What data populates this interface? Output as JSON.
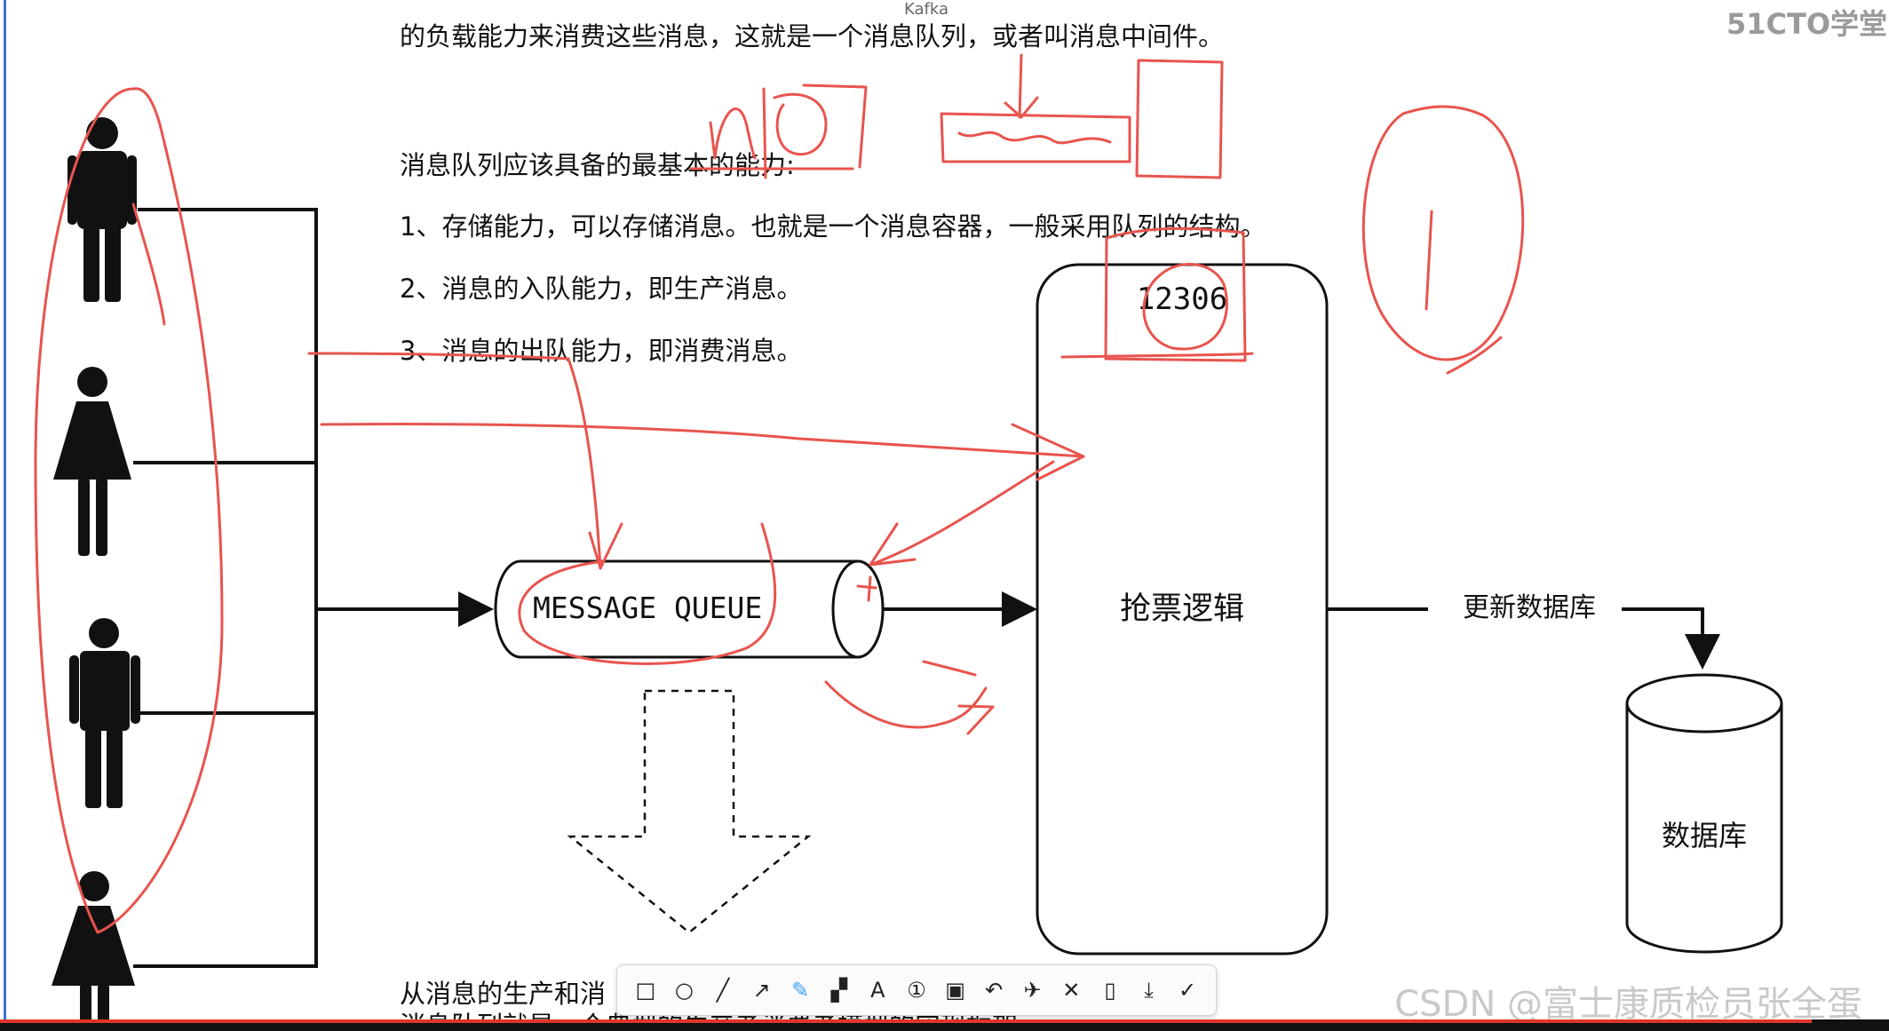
{
  "app": {
    "title": "Kafka",
    "brand": "51CTO学堂"
  },
  "text": {
    "line_top": "的负载能力来消费这些消息，这就是一个消息队列，或者叫消息中间件。",
    "heading": "消息队列应该具备的最基本的能力:",
    "item1": "1、存储能力，可以存储消息。也就是一个消息容器，一般采用队列的结构。",
    "item2": "2、消息的入队能力，即生产消息。",
    "item3": "3、消息的出队能力，即消费消息。",
    "bottom1": "从消息的生产和消",
    "bottom2": "消息队列就是一个典型的生产者消费者模型的实现框架。"
  },
  "diagram": {
    "queue_label": "MESSAGE QUEUE",
    "server_label": "抢票逻辑",
    "server_top_label": "12306",
    "update_label": "更新数据库",
    "db_label": "数据库"
  },
  "toolbar": {
    "tools": [
      "rectangle-icon",
      "circle-icon",
      "line-icon",
      "arrow-icon",
      "pen-icon",
      "mosaic-icon",
      "text-icon",
      "number-icon",
      "border-icon",
      "undo-icon",
      "pin-icon",
      "close-icon",
      "clipboard-icon",
      "download-icon",
      "check-icon"
    ],
    "glyphs": [
      "□",
      "○",
      "╱",
      "↗",
      "✎",
      "▞",
      "A",
      "①",
      "▣",
      "↶",
      "✈",
      "✕",
      "▯",
      "⤓",
      "✓"
    ]
  },
  "watermark": "CSDN @富士康质检员张全蛋",
  "colors": {
    "annotation": "#e8544e",
    "ink": "#111111",
    "accent": "#3aa0ff"
  }
}
